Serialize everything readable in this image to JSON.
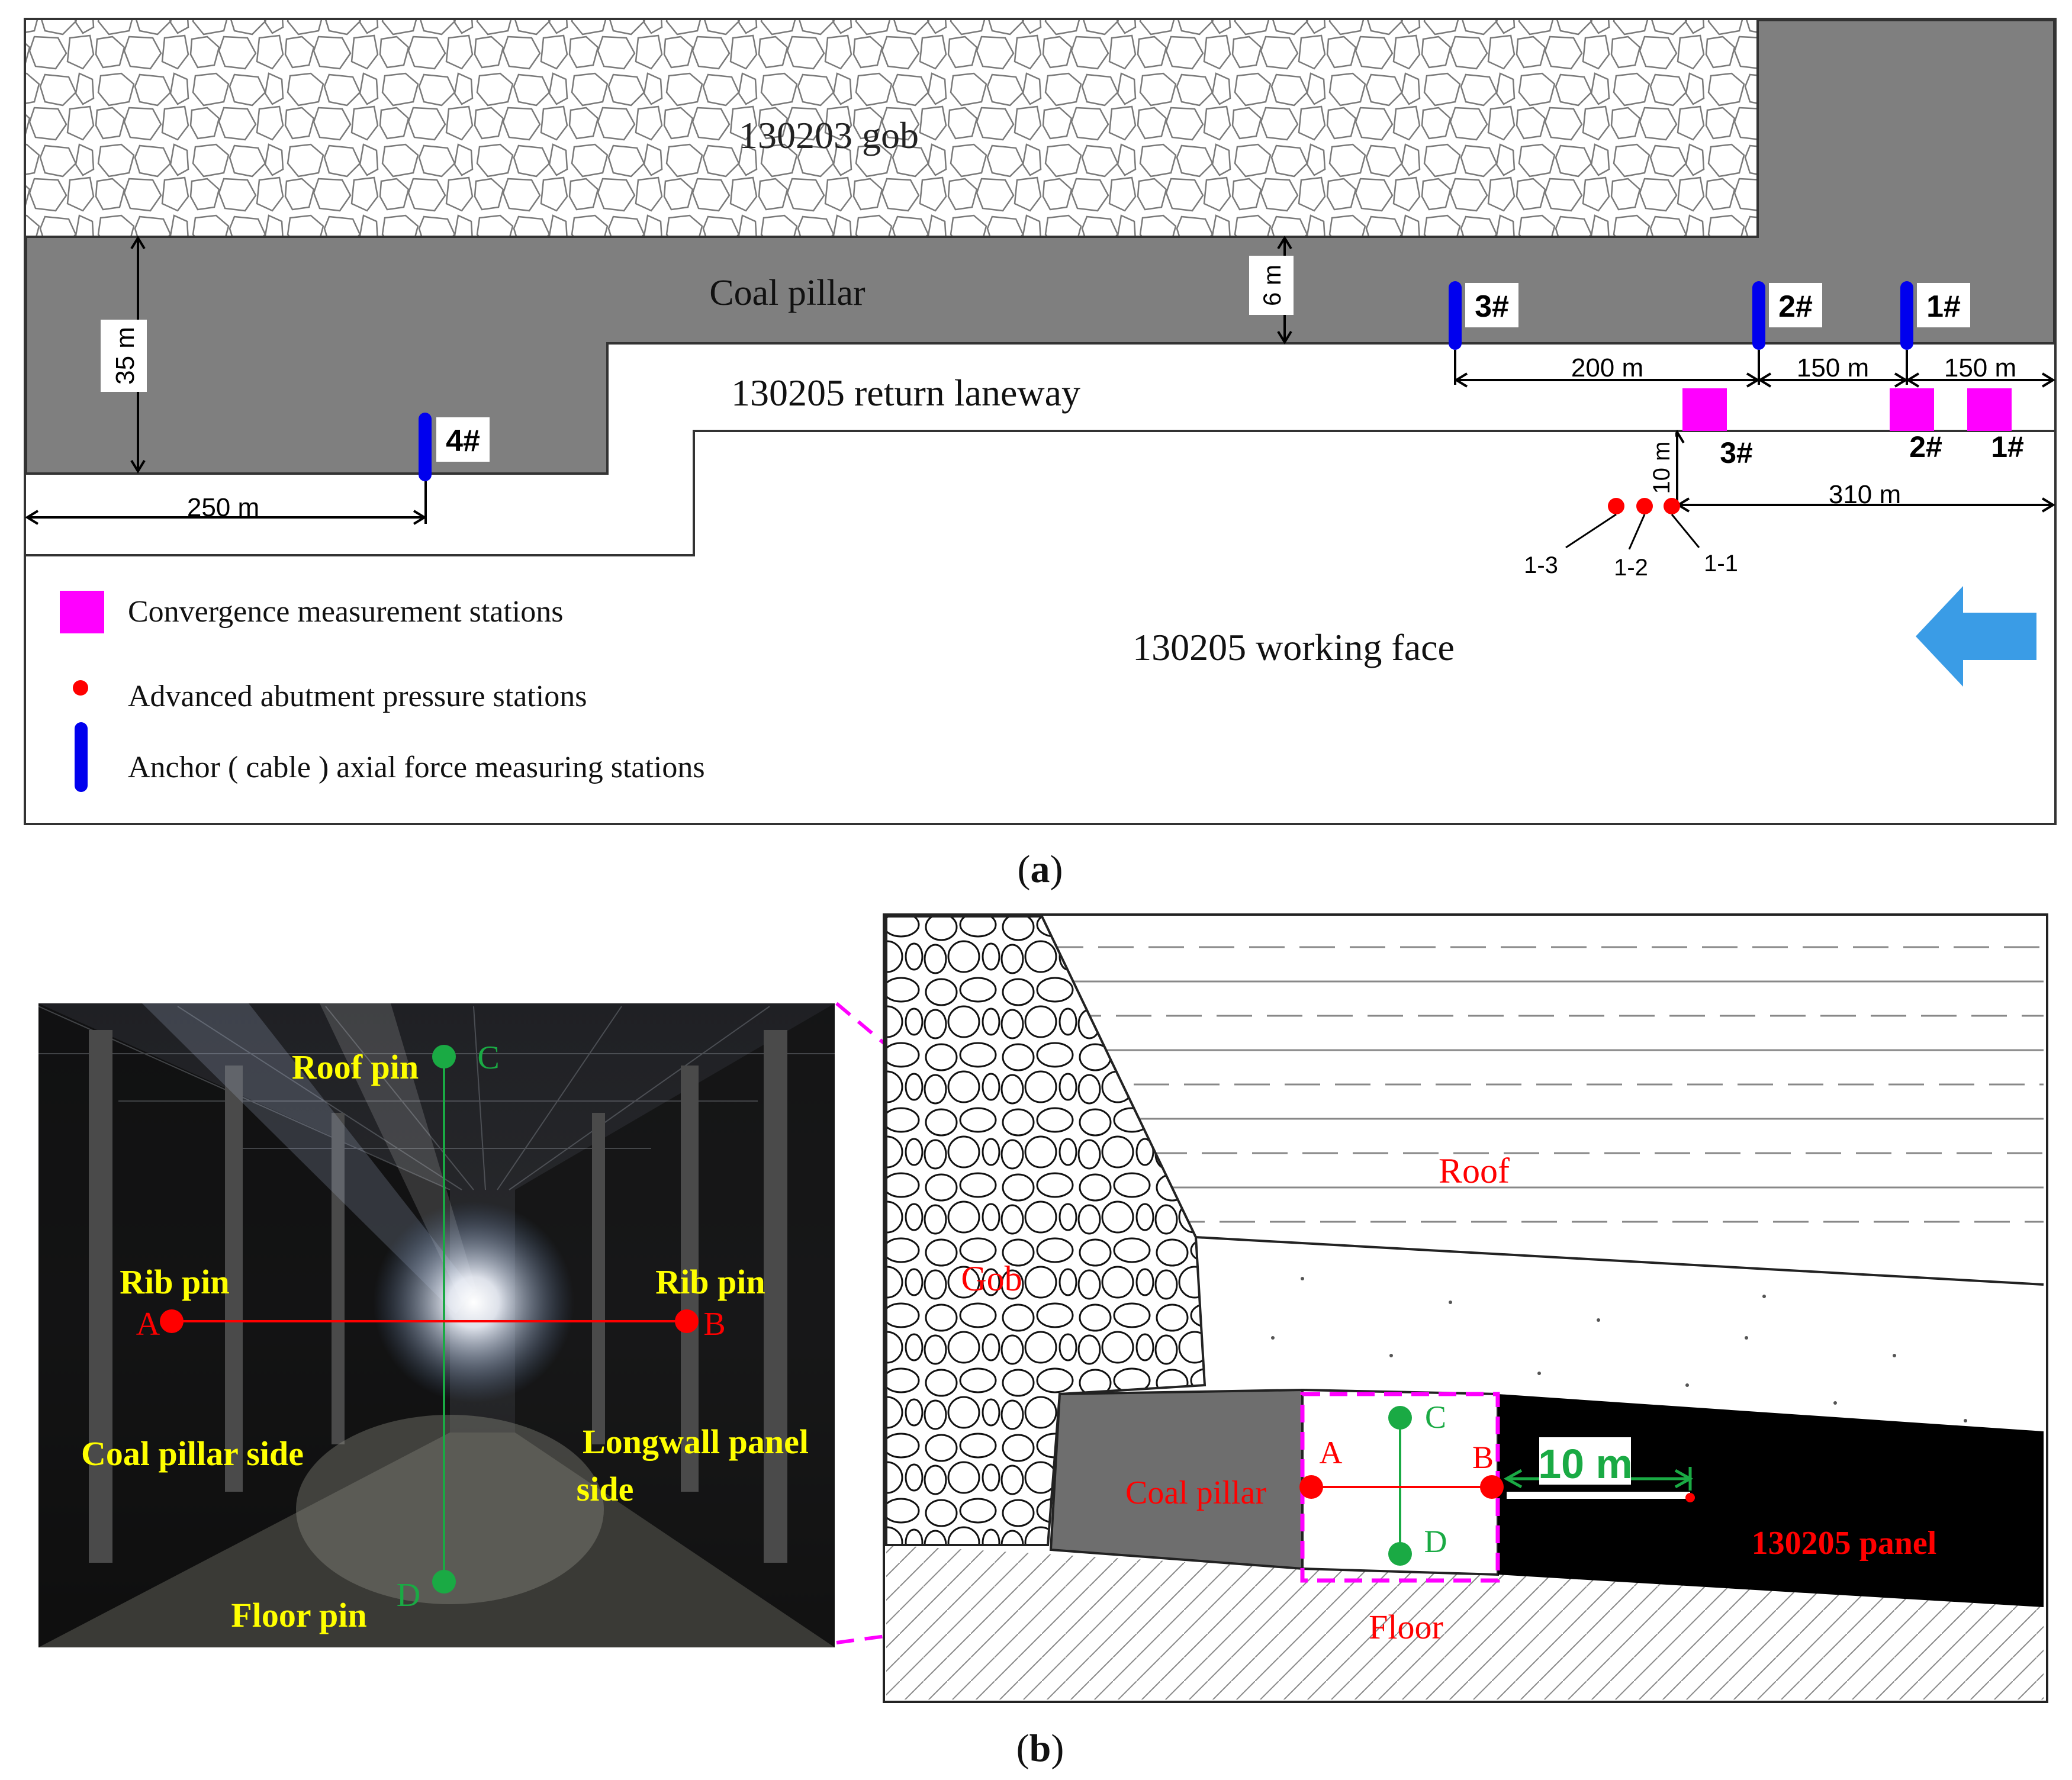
{
  "panel_a": {
    "gob_label": "130203 gob",
    "coal_pillar_label": "Coal pillar",
    "laneway_label": "130205 return laneway",
    "working_face_label": "130205 working face",
    "dim_35": "35 m",
    "dim_6": "6 m",
    "dim_250": "250 m",
    "dim_200": "200 m",
    "dim_150a": "150 m",
    "dim_150b": "150 m",
    "dim_10": "10 m",
    "dim_310": "310 m",
    "anchor_labels": [
      "4#",
      "3#",
      "2#",
      "1#"
    ],
    "convergence_labels": [
      "3#",
      "2#",
      "1#"
    ],
    "pressure_labels": [
      "1-3",
      "1-2",
      "1-1"
    ],
    "legend": {
      "convergence": "Convergence measurement stations",
      "pressure": "Advanced abutment pressure  stations",
      "anchor": "Anchor ( cable ) axial force measuring stations"
    },
    "caption": "(a)",
    "caption_letter": "a"
  },
  "panel_b": {
    "photo": {
      "roof_pin": "Roof pin",
      "c": "C",
      "rib_pin_left": "Rib pin",
      "rib_pin_right": "Rib pin",
      "a": "A",
      "b": "B",
      "coal_pillar_side": "Coal pillar side",
      "longwall_line1": "Longwall panel",
      "longwall_line2": "side",
      "floor_pin": "Floor pin",
      "d": "D"
    },
    "section": {
      "roof": "Roof",
      "gob": "Gob",
      "coal_pillar": "Coal pillar",
      "floor": "Floor",
      "panel": "130205 panel",
      "a": "A",
      "b": "B",
      "c": "C",
      "d": "D",
      "dim_10": "10 m"
    },
    "caption_letter": "b"
  },
  "colors": {
    "pillar_gray": "#7f7f7f",
    "convergence_magenta": "#ff00ff",
    "pressure_red": "#ff0000",
    "anchor_blue": "#0000ee",
    "arrow_blue": "#3a9ce6",
    "pin_green": "#1aaa44",
    "photo_yellow": "#ffff00"
  }
}
